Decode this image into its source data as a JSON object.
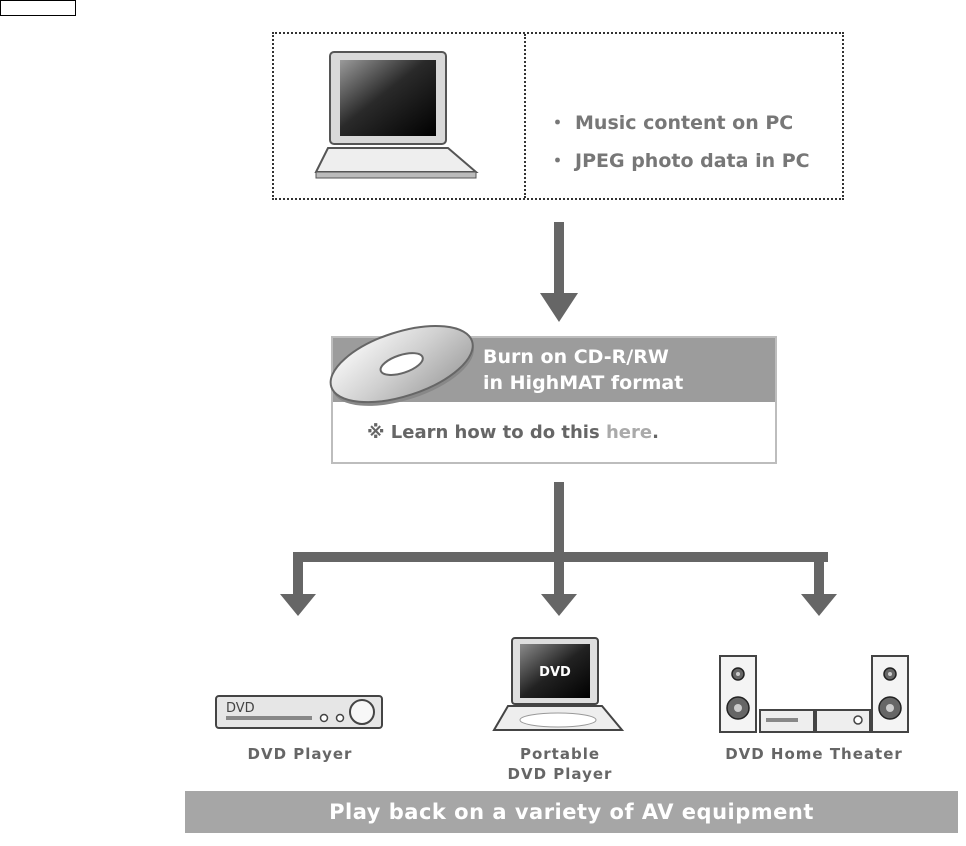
{
  "source": {
    "items": [
      "Music content on PC",
      "JPEG photo data in PC"
    ],
    "bullet": "・"
  },
  "burn": {
    "title_line1": "Burn on CD-R/RW",
    "title_line2": "in HighMAT format",
    "learn_prefix": "※ Learn how to do this ",
    "learn_link": "here",
    "learn_suffix": "."
  },
  "devices": [
    {
      "label_line1": "DVD Player",
      "label_line2": "",
      "badge": "DVD"
    },
    {
      "label_line1": "Portable",
      "label_line2": "DVD Player",
      "badge": "DVD"
    },
    {
      "label_line1": "DVD Home Theater",
      "label_line2": ""
    }
  ],
  "banner": "Play back on a variety of AV equipment",
  "colors": {
    "arrow": "#666666",
    "banner_bg": "#a6a6a6",
    "burn_header_bg": "#9c9c9c",
    "link": "#aaaaaa"
  }
}
